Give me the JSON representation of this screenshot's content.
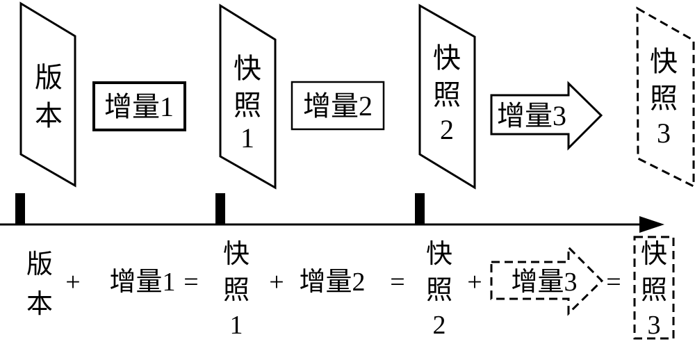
{
  "top": {
    "version": [
      "版",
      "本"
    ],
    "snapshot1": [
      "快",
      "照",
      "1"
    ],
    "snapshot2": [
      "快",
      "照",
      "2"
    ],
    "snapshot3": [
      "快",
      "照",
      "3"
    ],
    "increment1": "增量1",
    "increment2": "增量2",
    "increment3": "增量3"
  },
  "bottom": {
    "version": [
      "版",
      "本"
    ],
    "plus": "+",
    "equals": "=",
    "increment1": "增量1",
    "increment2": "增量2",
    "increment3": "增量3",
    "snapshot1": [
      "快",
      "照",
      "1"
    ],
    "snapshot2": [
      "快",
      "照",
      "2"
    ],
    "snapshot3": [
      "快",
      "照",
      "3"
    ]
  }
}
